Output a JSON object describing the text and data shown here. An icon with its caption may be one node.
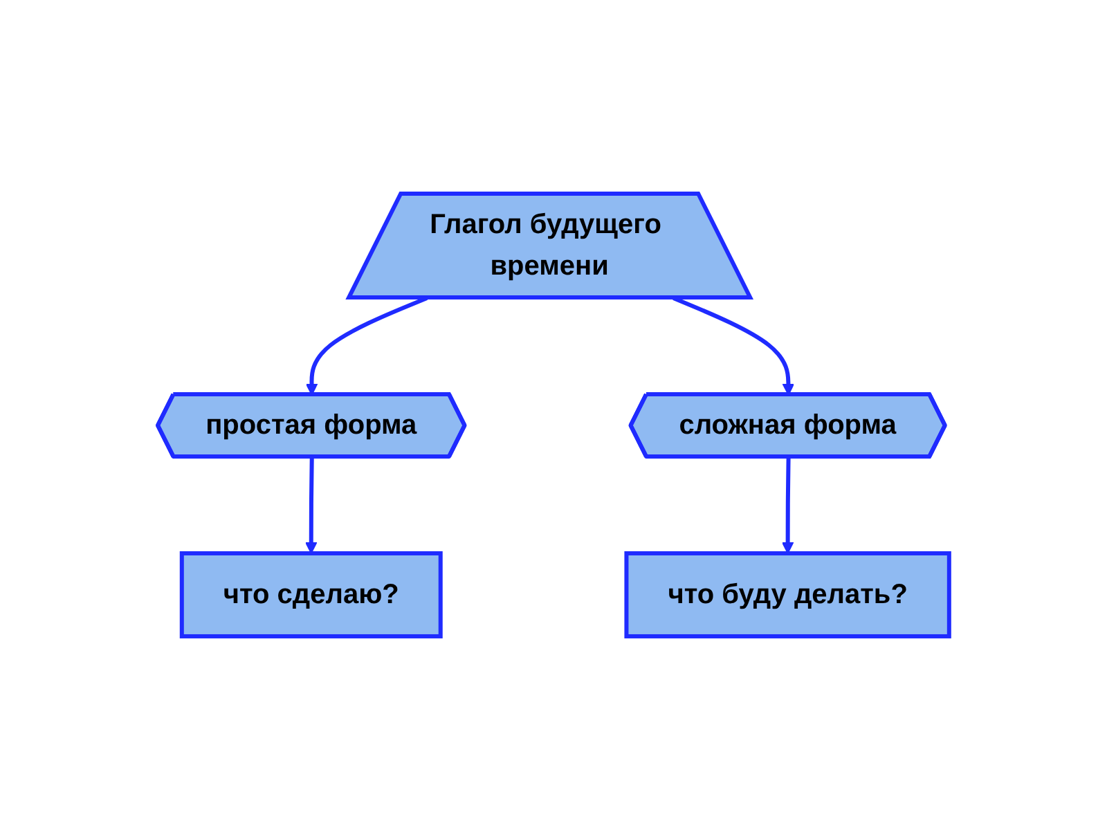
{
  "diagram": {
    "nodes": [
      {
        "text": [
          "Глагол будущего времени"
        ]
      },
      {
        "text": [
          "простая форма"
        ]
      },
      {
        "text": [
          "сложная форма"
        ]
      },
      {
        "text": [
          "что сделаю?"
        ]
      },
      {
        "text": [
          "что буду делать?"
        ]
      }
    ],
    "edges": [
      {
        "from": 0,
        "to": 1,
        "arrow": "to"
      },
      {
        "from": 0,
        "to": 2,
        "arrow": "to"
      },
      {
        "from": 1,
        "to": 3,
        "arrow": "to"
      },
      {
        "from": 2,
        "to": 4,
        "arrow": "to"
      }
    ]
  }
}
